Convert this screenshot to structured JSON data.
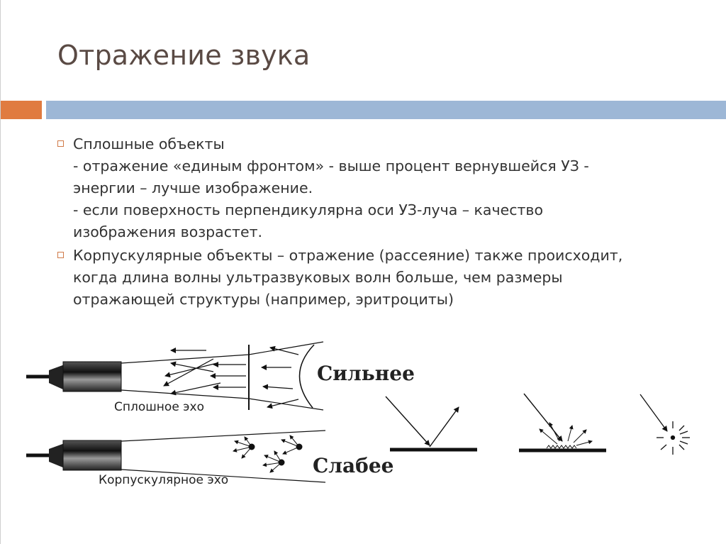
{
  "slide": {
    "title": "Отражение звука",
    "accent_colors": {
      "orange": "#e07b40",
      "blue": "#9db7d6"
    },
    "bullets": [
      {
        "lines": [
          "Сплошные объекты",
          "- отражение «единым фронтом» - выше процент вернувшейся УЗ -",
          "энергии – лучше изображение.",
          "- если поверхность перпендикулярна оси УЗ-луча – качество",
          "изображения возрастет."
        ]
      },
      {
        "lines": [
          "Корпускулярные объекты – отражение (рассеяние) также происходит,",
          "когда длина волны ультразвуковых волн больше, чем размеры",
          "отражающей структуры (например, эритроциты)"
        ]
      }
    ]
  },
  "diagram": {
    "solid_echo_label": "Сплошное эхо",
    "corpuscular_echo_label": "Корпускулярное эхо",
    "stronger_label": "Сильнее",
    "weaker_label": "Слабее",
    "icons": [
      "transducer-icon",
      "specular-reflection-icon",
      "diffuse-reflection-icon",
      "scatter-point-icon"
    ]
  }
}
